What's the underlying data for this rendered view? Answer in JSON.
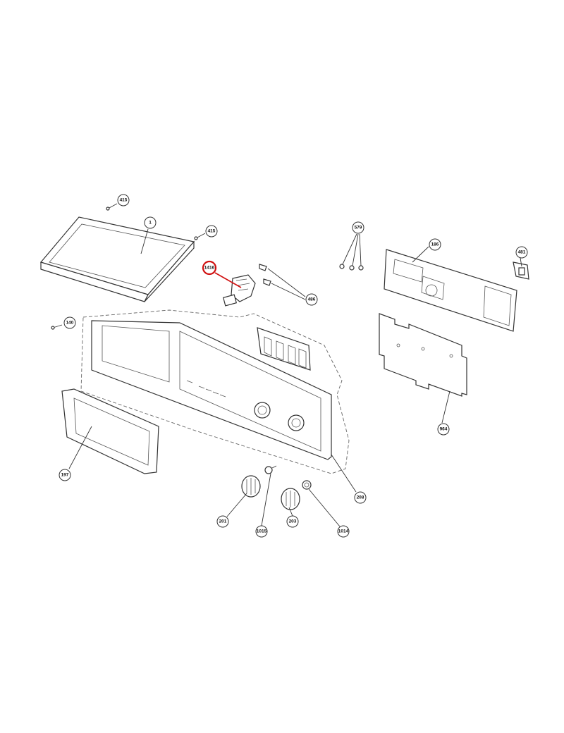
{
  "diagram": {
    "highlight_color": "#d01010",
    "highlighted_part": "1416",
    "callouts": {
      "c415a": "415",
      "c1": "1",
      "c415b": "415",
      "c1416": "1416",
      "c486": "486",
      "c579": "579",
      "c186": "186",
      "c481": "481",
      "c140": "140",
      "c964": "964",
      "c197": "197",
      "c208": "208",
      "c201": "201",
      "c1015": "1015",
      "c203": "203",
      "c1014": "1014"
    }
  }
}
